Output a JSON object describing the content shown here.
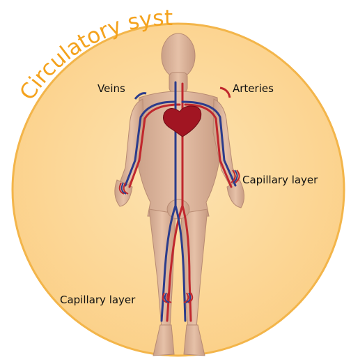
{
  "title": "Circulatory system",
  "labels": {
    "veins": "Veins",
    "arteries": "Arteries",
    "capillary_right": "Capillary layer",
    "capillary_left": "Capillary layer"
  },
  "colors": {
    "disc": "#fcd99a",
    "disc_border": "#f5b03a",
    "title": "#f4a21c",
    "skin": "#ddb49a",
    "artery": "#c0272d",
    "vein": "#2b3c8c",
    "heart": "#a11522"
  }
}
